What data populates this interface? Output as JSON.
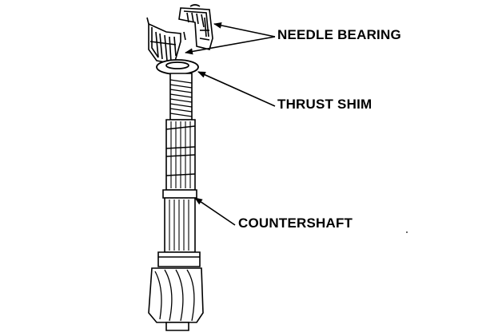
{
  "diagram": {
    "labels": {
      "needle_bearing": "NEEDLE BEARING",
      "thrust_shim": "THRUST SHIM",
      "countershaft": "COUNTERSHAFT"
    },
    "colors": {
      "ink": "#000000",
      "paper": "#ffffff"
    }
  }
}
